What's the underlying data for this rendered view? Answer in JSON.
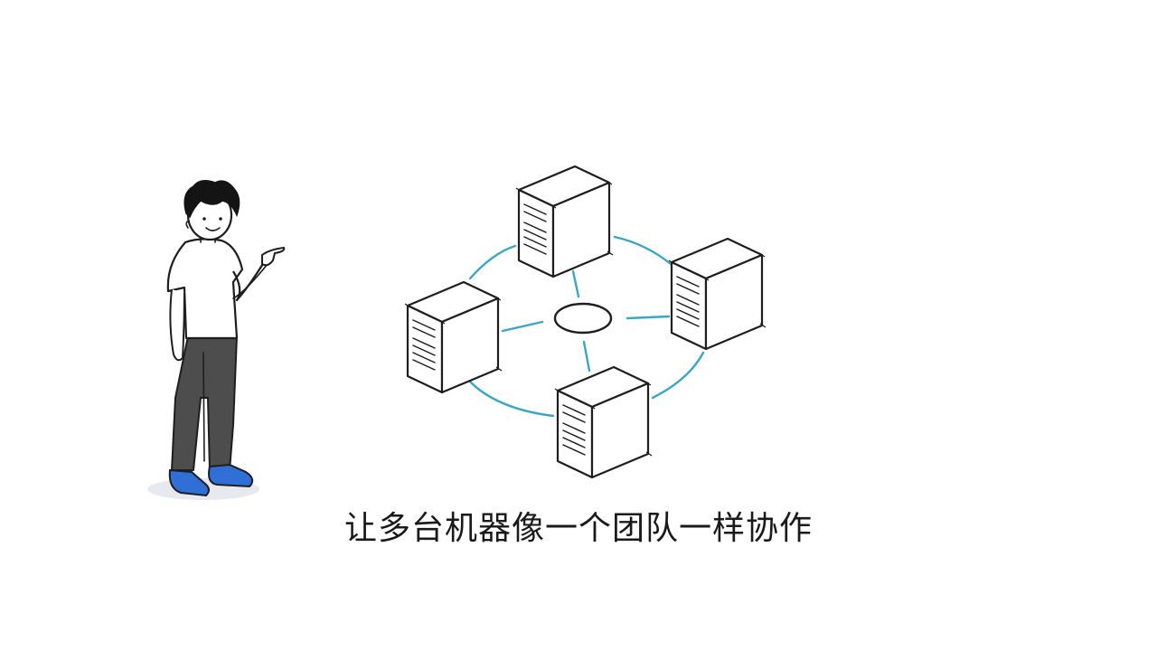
{
  "caption": "让多台机器像一个团队一样协作",
  "colors": {
    "background": "#ffffff",
    "ink": "#1e1e1e",
    "connection": "#3aa6c4",
    "shoes": "#2f6fd6",
    "pants": "#4a4a4a"
  },
  "icons": [
    "person-figure",
    "server-icon",
    "hub-node",
    "network-connection"
  ]
}
